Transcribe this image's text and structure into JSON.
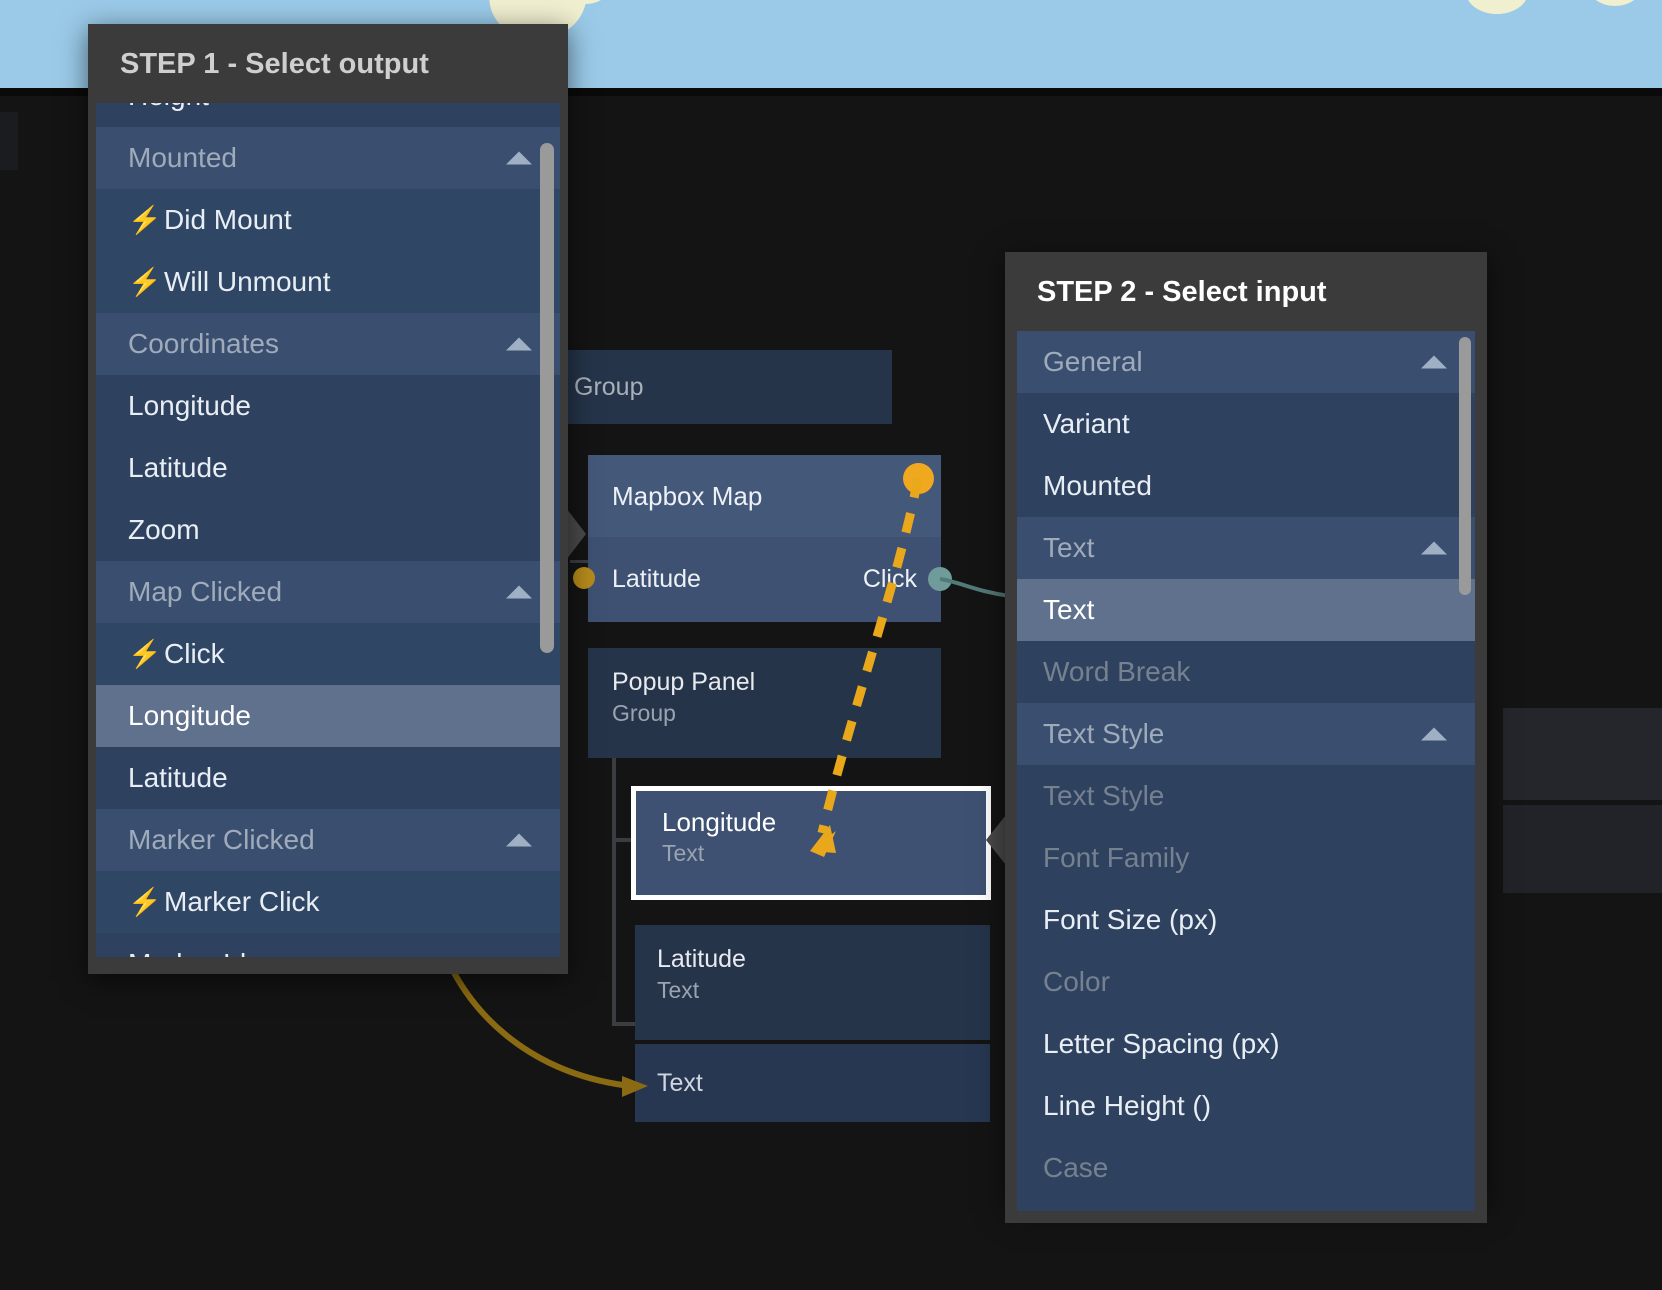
{
  "background": {
    "map_water_color": "#9ACAE8",
    "map_land_color": "#F0EFD0",
    "canvas_color": "#141414"
  },
  "graph": {
    "nodes": [
      {
        "title": "Group",
        "subtitle": ""
      },
      {
        "title": "Mapbox Map",
        "subtitle": "",
        "left_port_label": "Latitude",
        "right_port_label": "Click"
      },
      {
        "title": "Popup Panel",
        "subtitle": "Group"
      },
      {
        "title": "Longitude",
        "subtitle": "Text"
      },
      {
        "title": "Latitude",
        "subtitle": "Text"
      },
      {
        "title": "Text",
        "subtitle": ""
      }
    ],
    "colors": {
      "event_port": "#F0A81E",
      "data_port": "#6f9c9a",
      "prop_port": "#b58a1b",
      "dashed_connector": "#E9A81C",
      "curve_connector": "#8A6A12",
      "selected_outline": "#ffffff"
    }
  },
  "panel1": {
    "title": "STEP 1 - Select output",
    "rows": [
      {
        "label": "Height",
        "type": "item",
        "clipped": true
      },
      {
        "label": "Mounted",
        "type": "group",
        "caret": true
      },
      {
        "label": "Did Mount",
        "type": "event"
      },
      {
        "label": "Will Unmount",
        "type": "event"
      },
      {
        "label": "Coordinates",
        "type": "group",
        "caret": true
      },
      {
        "label": "Longitude",
        "type": "item"
      },
      {
        "label": "Latitude",
        "type": "item"
      },
      {
        "label": "Zoom",
        "type": "item"
      },
      {
        "label": "Map Clicked",
        "type": "group",
        "caret": true
      },
      {
        "label": "Click",
        "type": "event"
      },
      {
        "label": "Longitude",
        "type": "selected"
      },
      {
        "label": "Latitude",
        "type": "item"
      },
      {
        "label": "Marker Clicked",
        "type": "group",
        "caret": true
      },
      {
        "label": "Marker Click",
        "type": "event"
      },
      {
        "label": "Marker Id",
        "type": "item",
        "clipped": true
      }
    ]
  },
  "panel2": {
    "title": "STEP 2 - Select input",
    "rows": [
      {
        "label": "General",
        "type": "group",
        "caret": true
      },
      {
        "label": "Variant",
        "type": "item"
      },
      {
        "label": "Mounted",
        "type": "item"
      },
      {
        "label": "Text",
        "type": "group",
        "caret": true
      },
      {
        "label": "Text",
        "type": "selected"
      },
      {
        "label": "Word Break",
        "type": "disabled"
      },
      {
        "label": "Text Style",
        "type": "group",
        "caret": true
      },
      {
        "label": "Text Style",
        "type": "disabled"
      },
      {
        "label": "Font Family",
        "type": "disabled"
      },
      {
        "label": "Font Size (px)",
        "type": "item"
      },
      {
        "label": "Color",
        "type": "disabled"
      },
      {
        "label": "Letter Spacing (px)",
        "type": "item"
      },
      {
        "label": "Line Height ()",
        "type": "item"
      },
      {
        "label": "Case",
        "type": "disabled"
      }
    ]
  },
  "icons": {
    "event": "⚡",
    "caret_up": "caret-up-icon"
  }
}
